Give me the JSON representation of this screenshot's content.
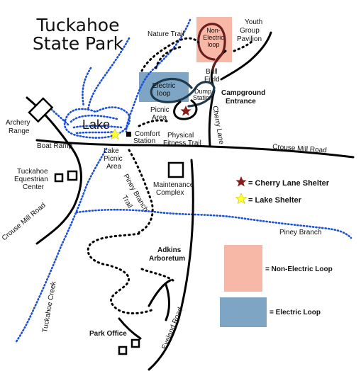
{
  "title": {
    "line1": "Tuckahoe",
    "line2": "State Park"
  },
  "labels": {
    "nature_trail": "Nature Trail",
    "youth_line1": "Youth",
    "youth_line2": "Group",
    "youth_line3": "Pavilion",
    "non_electric_line1": "Non-",
    "non_electric_line2": "Electric",
    "non_electric_line3": "loop",
    "electric_line1": "Electric",
    "electric_line2": "loop",
    "ball_line1": "Ball",
    "ball_line2": "Field",
    "dump_line1": "Dump",
    "dump_line2": "Station",
    "campground_line1": "Campground",
    "campground_line2": "Entrance",
    "picnic_line1": "Picnic",
    "picnic_line2": "Area",
    "cherry_lane": "Cherry Lane",
    "archery_line1": "Archery",
    "archery_line2": "Range",
    "lake": "Lake",
    "comfort_line1": "Comfort",
    "comfort_line2": "Station",
    "physical_line1": "Physical",
    "physical_line2": "Fitness Trail",
    "boat_ramp": "Boat Ramp",
    "lake_picnic_line1": "Lake",
    "lake_picnic_line2": "Picnic",
    "lake_picnic_line3": "Area",
    "crouse_mill_road_east": "Crouse Mill Road",
    "equestrian_line1": "Tuckahoe",
    "equestrian_line2": "Equestrian",
    "equestrian_line3": "Center",
    "maintenance_line1": "Maintenance",
    "maintenance_line2": "Complex",
    "piney_branch_trail_line1": "Piney Branch",
    "piney_branch_trail_line2": "Trail",
    "crouse_mill_road_west": "Crouse Mill Road",
    "piney_branch": "Piney Branch",
    "adkins_line1": "Adkins",
    "adkins_line2": "Arboretum",
    "tuckahoe_creek": "Tuckahoe Creek",
    "eveland_road": "Eveland Road",
    "park_office": "Park Office"
  },
  "legend": {
    "cherry_lane_shelter": "= Cherry Lane Shelter",
    "lake_shelter": "= Lake Shelter",
    "non_electric_loop": "= Non-Electric Loop",
    "electric_loop": "= Electric Loop"
  },
  "colors": {
    "non_electric_fill": "#f7b8a8",
    "electric_fill": "#7ea6c4",
    "cherry_star": "#8b1a1a",
    "lake_star": "#ffff33",
    "non_electric_loop_stroke": "#6b1d1d",
    "electric_loop_stroke": "#1f3a4d",
    "creek": "#1a4fd6",
    "road": "#000000"
  }
}
